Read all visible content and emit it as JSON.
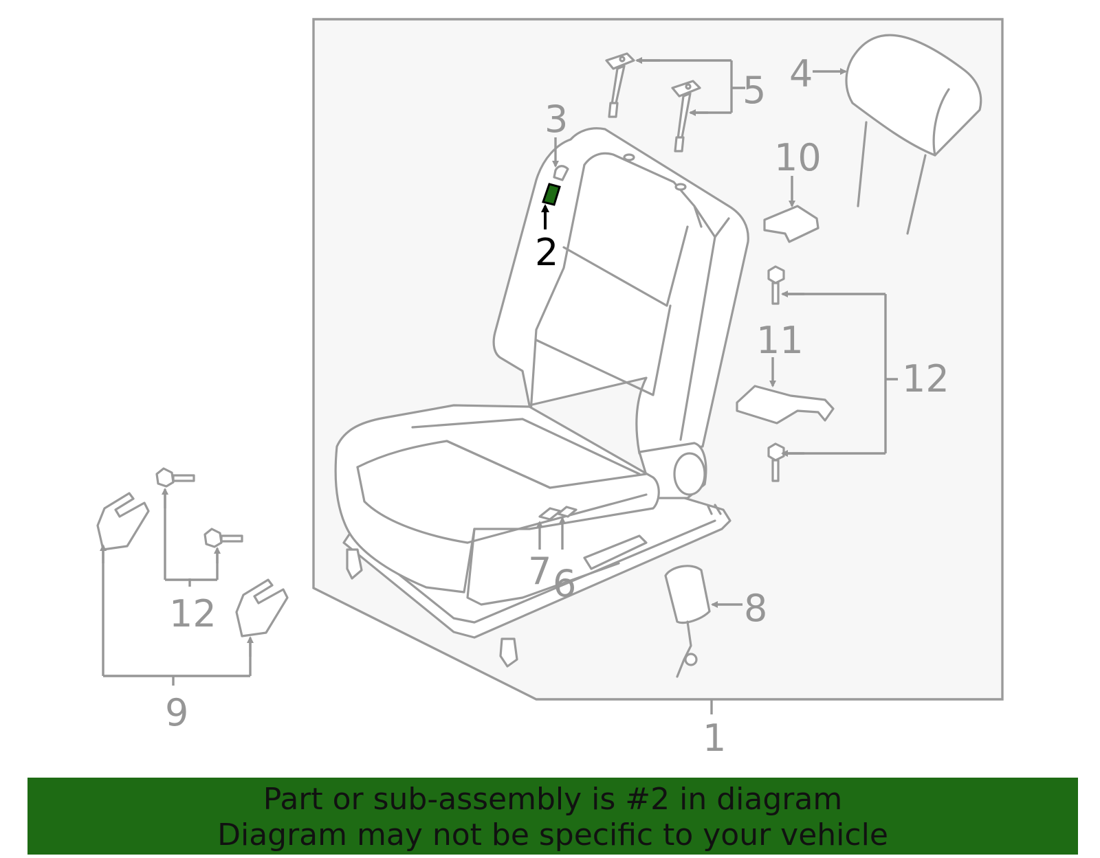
{
  "diagram": {
    "highlight_color": "#1e6b14",
    "line_color": "#969696",
    "panel_fill": "#f7f7f7",
    "callouts": {
      "c1": "1",
      "c2": "2",
      "c3": "3",
      "c4": "4",
      "c5": "5",
      "c6": "6",
      "c7": "7",
      "c8": "8",
      "c9": "9",
      "c10": "10",
      "c11": "11",
      "c12a": "12",
      "c12b": "12"
    },
    "highlighted_callout": "2"
  },
  "banner": {
    "line1": "Part or sub-assembly is #2 in diagram",
    "line2": "Diagram may not be specific to your vehicle",
    "background": "#1e6b14"
  }
}
